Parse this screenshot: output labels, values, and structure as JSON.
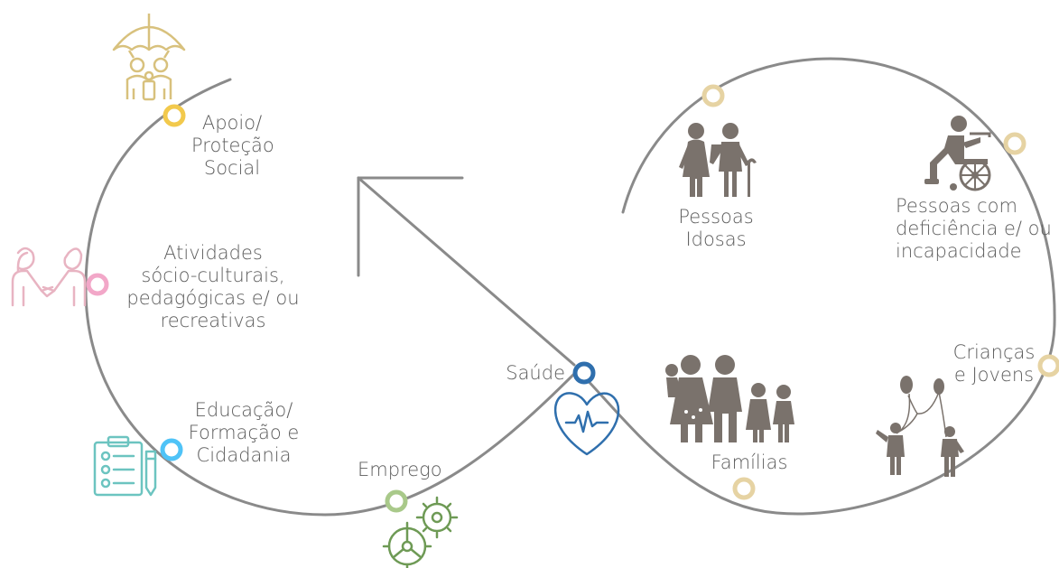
{
  "colors": {
    "line": "#8a8a8a",
    "yellow": "#f2c94c",
    "pink": "#f2a7c8",
    "cyan": "#4fc3f7",
    "green": "#a9c98a",
    "blue": "#2f6fad",
    "tan": "#e6d3a3",
    "icon_gray": "#7a726c",
    "icon_gold": "#d8c17d",
    "icon_pink": "#e8b4c2",
    "icon_teal": "#6cc4c0",
    "icon_green": "#6e9a55",
    "icon_blue": "#2f6fad"
  },
  "left_loop": {
    "apoio": {
      "lines": [
        "Apoio/",
        "Proteção",
        "Social"
      ],
      "icon": "umbrella-family-icon"
    },
    "atividades": {
      "lines": [
        "Atividades",
        "sócio-culturais,",
        "pedagógicas e/ ou",
        "recreativas"
      ],
      "icon": "handshake-people-icon"
    },
    "educacao": {
      "lines": [
        "Educação/",
        "Formação e",
        "Cidadania"
      ],
      "icon": "clipboard-checklist-icon"
    },
    "emprego": {
      "lines": [
        "Emprego"
      ],
      "icon": "gears-icon"
    },
    "saude": {
      "lines": [
        "Saúde"
      ],
      "icon": "heart-pulse-icon"
    }
  },
  "right_loop": {
    "idosos": {
      "lines": [
        "Pessoas",
        "Idosas"
      ],
      "icon": "elderly-couple-icon"
    },
    "deficiencia": {
      "lines": [
        "Pessoas com",
        "deficiência e/ ou",
        "incapacidade"
      ],
      "icon": "wheelchair-icon"
    },
    "criancas": {
      "lines": [
        "Crianças",
        "e Jovens"
      ],
      "icon": "children-balloons-icon"
    },
    "familias": {
      "lines": [
        "Famílias"
      ],
      "icon": "family-icon"
    }
  }
}
